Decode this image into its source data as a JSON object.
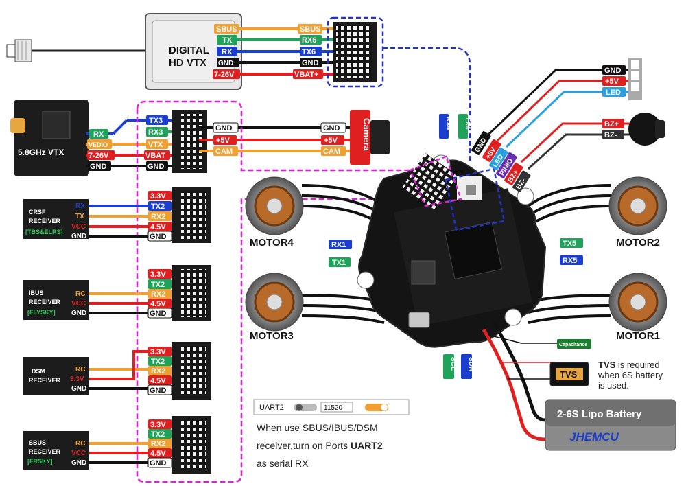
{
  "vtx_digital": {
    "title_line1": "DIGITAL",
    "title_line2": "HD  VTX",
    "pins": [
      {
        "left": "SBUS",
        "right": "SBUS",
        "color": "#f0a030"
      },
      {
        "left": "TX",
        "right": "RX6",
        "color": "#1fa35a"
      },
      {
        "left": "RX",
        "right": "TX6",
        "color": "#1a3fcf"
      },
      {
        "left": "GND",
        "right": "GND",
        "color": "#111111"
      },
      {
        "left": "7-26V",
        "right": "VBAT+",
        "color": "#e02020"
      }
    ]
  },
  "vtx_analog": {
    "title": "5.8GHz VTX",
    "pins": [
      {
        "left": "RX",
        "right": "TX3",
        "color": "#1fa35a"
      },
      {
        "left": "VEDIO",
        "right": "RX3",
        "color": "#f0a030"
      },
      {
        "left": "7-26V",
        "right": "VTX",
        "color": "#e02020"
      },
      {
        "left": "GND",
        "right": "VBAT",
        "color": "#111111"
      }
    ],
    "extra": "GND"
  },
  "camera": {
    "label": "Camera",
    "pins": [
      {
        "left": "GND",
        "right": "GND",
        "color": "#111111"
      },
      {
        "left": "+5V",
        "right": "+5V",
        "color": "#e02020"
      },
      {
        "left": "CAM",
        "right": "CAM",
        "color": "#f0a030"
      }
    ]
  },
  "receivers": [
    {
      "name_line1": "CRSF",
      "name_line2": "RECEIVER",
      "tag": "[TBS&ELRS]",
      "pins": [
        {
          "l": "RX",
          "r": "TX2",
          "c": "#1a3fcf"
        },
        {
          "l": "TX",
          "r": "RX2",
          "c": "#f0a030"
        },
        {
          "l": "VCC",
          "r": "4.5V",
          "c": "#e02020"
        },
        {
          "l": "GND",
          "r": "GND",
          "c": "#111111"
        }
      ],
      "top_pin": "3.3V"
    },
    {
      "name_line1": "IBUS",
      "name_line2": "RECEIVER",
      "tag": "[FLYSKY]",
      "pins": [
        {
          "l": "RC",
          "r": "RX2",
          "c": "#f0a030"
        },
        {
          "l": "VCC",
          "r": "4.5V",
          "c": "#e02020"
        },
        {
          "l": "GND",
          "r": "GND",
          "c": "#111111"
        }
      ],
      "top_pins": [
        "3.3V",
        "TX2"
      ]
    },
    {
      "name_line1": "DSM",
      "name_line2": "RECEIVER",
      "tag": "",
      "pins": [
        {
          "l": "RC",
          "r": "RX2",
          "c": "#f0a030"
        },
        {
          "l": "3.3V",
          "r": "3.3V",
          "c": "#e02020"
        },
        {
          "l": "GND",
          "r": "GND",
          "c": "#111111"
        }
      ],
      "other_pins": [
        "TX2",
        "4.5V"
      ]
    },
    {
      "name_line1": "SBUS",
      "name_line2": "RECEIVER",
      "tag": "[FRSKY]",
      "pins": [
        {
          "l": "RC",
          "r": "RX2",
          "c": "#f0a030"
        },
        {
          "l": "VCC",
          "r": "4.5V",
          "c": "#e02020"
        },
        {
          "l": "GND",
          "r": "GND",
          "c": "#111111"
        }
      ],
      "top_pins": [
        "3.3V",
        "TX2"
      ]
    }
  ],
  "led": {
    "pins": [
      {
        "t": "GND",
        "c": "#111111"
      },
      {
        "t": "+5V",
        "c": "#e02020"
      },
      {
        "t": "LED",
        "c": "#2aa0e0"
      }
    ]
  },
  "buzzer": {
    "pins": [
      {
        "t": "BZ+",
        "c": "#e02020"
      },
      {
        "t": "BZ-",
        "c": "#333333"
      }
    ]
  },
  "fc_pads": {
    "top": [
      "RX4",
      "TX4"
    ],
    "diag": [
      "GND",
      "+5V",
      "LED",
      "PINIO",
      "BZ+",
      "BZ-"
    ],
    "left": [
      "RX1",
      "TX1"
    ],
    "right": [
      "TX5",
      "RX5"
    ],
    "bottom": [
      "SCL",
      "SDA"
    ]
  },
  "motors": [
    "MOTOR4",
    "MOTOR2",
    "MOTOR3",
    "MOTOR1"
  ],
  "capacitance": "Capacitance",
  "tvs": {
    "chip": "TVS",
    "note_bold": "TVS",
    "note_rest": " is required",
    "note_line2": "when 6S battery",
    "note_line3": "is used."
  },
  "battery": {
    "label": "2-6S Lipo Battery",
    "brand": "JHEMCU"
  },
  "uart_box": {
    "label": "UART2",
    "value": "11520"
  },
  "uart_note": {
    "line1": "When use SBUS/IBUS/DSM",
    "line2_pre": "receiver,turn on Ports ",
    "line2_bold": "UART2",
    "line3": "as serial RX"
  }
}
